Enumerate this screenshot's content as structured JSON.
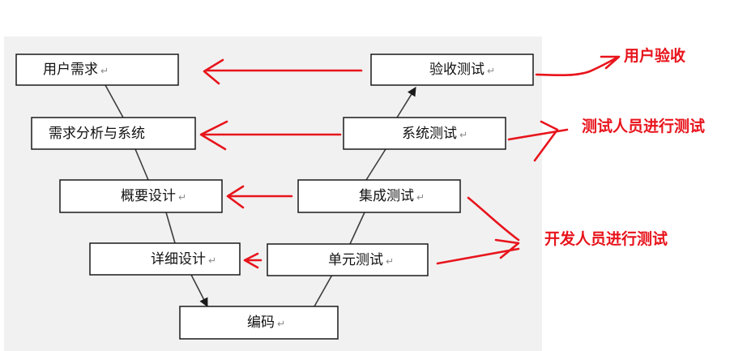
{
  "diagram": {
    "nodes": {
      "user_requirements": "用户需求",
      "requirements_system": "需求分析与系统",
      "outline_design": "概要设计",
      "detailed_design": "详细设计",
      "coding": "编码",
      "unit_test": "单元测试",
      "integration_test": "集成测试",
      "system_test": "系统测试",
      "acceptance_test": "验收测试"
    },
    "return_mark": "↵",
    "annotations": {
      "user_acceptance": "用户验收",
      "tester_testing": "测试人员进行测试",
      "developer_testing": "开发人员进行测试"
    }
  },
  "colors": {
    "annotation_red": "#e8141c",
    "panel_gray": "#f1f1f1",
    "box_border": "#1a1a1a"
  }
}
